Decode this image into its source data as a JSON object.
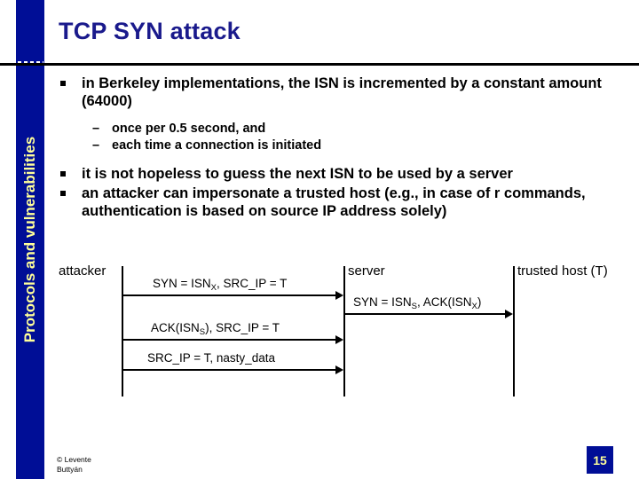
{
  "slide": {
    "title": "TCP SYN attack",
    "page_number": "15",
    "copyright": "©  Levente Buttyán",
    "colors": {
      "band": "#000e96",
      "band_text": "#ffff99",
      "title": "#1a1a8c",
      "rule": "#000000",
      "body_text": "#000000"
    }
  },
  "sidebar": {
    "vertical_label": "Protocols and vulnerabilities"
  },
  "content": {
    "bullets": [
      {
        "level": 1,
        "text": "in Berkeley implementations, the ISN is incremented by a constant amount (64000)"
      },
      {
        "level": 2,
        "text": "once per 0.5 second, and"
      },
      {
        "level": 2,
        "text": "each time a connection is initiated"
      },
      {
        "level": 1,
        "text": "it is not hopeless to guess the next ISN to be used by a server"
      },
      {
        "level": 1,
        "text": "an attacker can impersonate a trusted host  (e.g., in case of r commands, authentication is based on source IP address solely)"
      }
    ]
  },
  "diagram": {
    "type": "sequence",
    "actors": [
      {
        "id": "attacker",
        "label": "attacker"
      },
      {
        "id": "server",
        "label": "server"
      },
      {
        "id": "trusted_host",
        "label": "trusted host (T)"
      }
    ],
    "messages": [
      {
        "from": "attacker",
        "to": "server",
        "label_parts": [
          "SYN = ISN",
          "X",
          ", SRC_IP = T"
        ]
      },
      {
        "from": "server",
        "to": "trusted_host",
        "label_parts": [
          "SYN = ISN",
          "S",
          ", ACK(ISN",
          "X",
          ")"
        ]
      },
      {
        "from": "attacker",
        "to": "server",
        "label_parts": [
          "ACK(ISN",
          "S",
          "), SRC_IP = T"
        ]
      },
      {
        "from": "attacker",
        "to": "server",
        "label_parts": [
          "SRC_IP = T, nasty_data"
        ]
      }
    ]
  }
}
